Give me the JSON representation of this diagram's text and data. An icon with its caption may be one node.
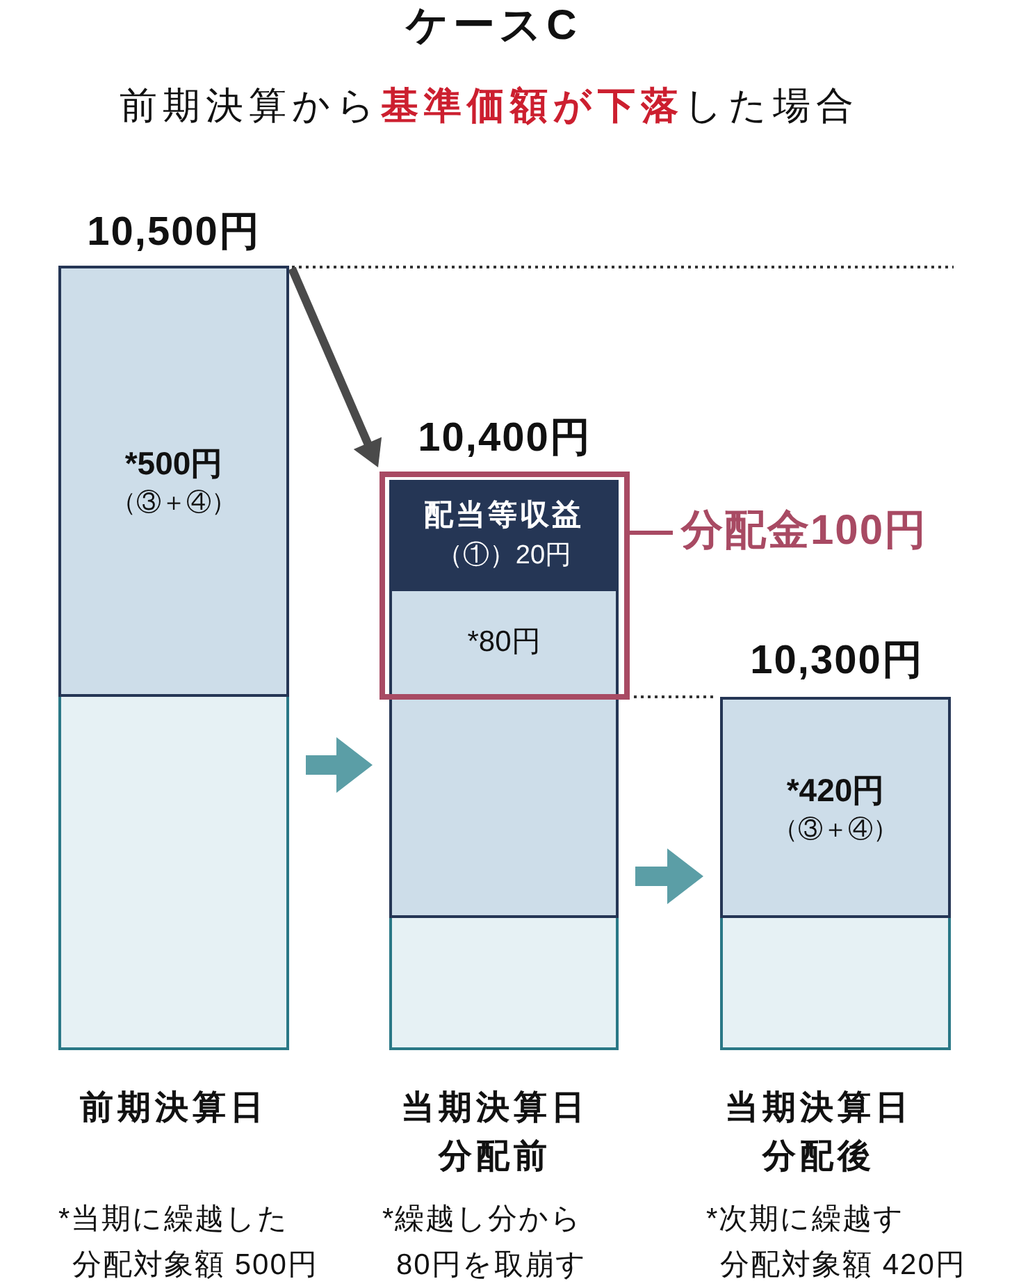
{
  "diagram": {
    "title": "ケースC",
    "nodes": [
      {
        "text": [
          "*500円",
          "（③＋④）"
        ],
        "beside": [
          "10,500円"
        ]
      },
      {
        "text": [],
        "shape": "box",
        "beside": [
          "前期決算日"
        ]
      },
      {
        "text": [],
        "shape": "box",
        "beside": [
          "10,400円"
        ]
      },
      {
        "text": [
          "配当等収益",
          "（①）20円"
        ],
        "in": 2
      },
      {
        "text": [
          "*80円"
        ],
        "in": 2
      },
      {
        "text": [],
        "shape": "box"
      },
      {
        "text": [],
        "shape": "box",
        "beside": [
          "当期決算日分配前"
        ]
      },
      {
        "text": [
          "分配金100円"
        ]
      },
      {
        "text": [
          "*420円",
          "（③＋④）"
        ],
        "beside": [
          "10,300円"
        ]
      },
      {
        "text": [],
        "shape": "box",
        "beside": [
          "当期決算日分配後"
        ]
      }
    ],
    "edges": [
      {
        "from": 0,
        "to": 2,
        "arrow": "to",
        "color": "#4a4a4a"
      },
      {
        "from": 7,
        "to": 2,
        "arrow": "none",
        "color": "#a84a63"
      },
      {
        "from": 1,
        "to": 5,
        "arrow": "to",
        "style": "thick"
      },
      {
        "from": 5,
        "to": 8,
        "arrow": "to",
        "style": "thick"
      }
    ],
    "labels": [
      "前期決算から**基準価額が下落**した場合",
      "*当期に繰越した分配対象額 500円",
      "*繰越し分から80円を取崩す",
      "*次期に繰越す分配対象額 420円"
    ]
  }
}
